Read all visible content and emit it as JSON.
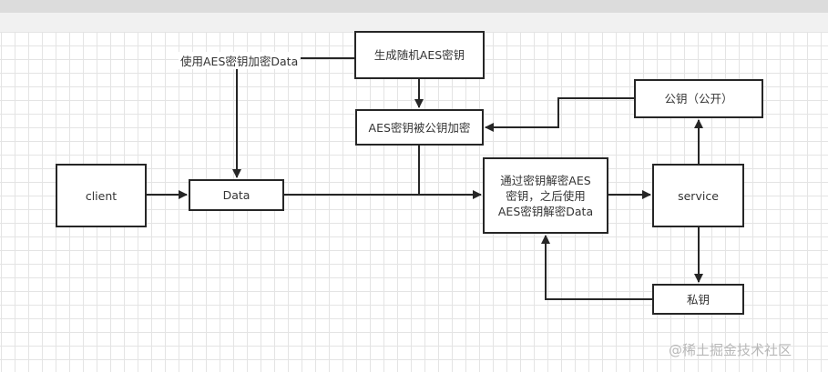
{
  "diagram": {
    "nodes": {
      "client": "client",
      "data": "Data",
      "generate_key": "生成随机AES密钥",
      "encrypt_key": "AES密钥被公钥加密",
      "decrypt": "通过密钥解密AES密钥，之后使用AES密钥解密Data",
      "service": "service",
      "public_key": "公钥（公开）",
      "private_key": "私钥"
    },
    "edge_labels": {
      "encrypt_data": "使用AES密钥加密Data"
    },
    "edges": [
      {
        "from": "client",
        "to": "data"
      },
      {
        "from": "generate_key",
        "to": "data",
        "label": "使用AES密钥加密Data"
      },
      {
        "from": "generate_key",
        "to": "encrypt_key"
      },
      {
        "from": "public_key",
        "to": "encrypt_key"
      },
      {
        "from": "encrypt_key",
        "to": "decrypt"
      },
      {
        "from": "data",
        "to": "decrypt"
      },
      {
        "from": "decrypt",
        "to": "service"
      },
      {
        "from": "service",
        "to": "public_key"
      },
      {
        "from": "service",
        "to": "private_key"
      },
      {
        "from": "private_key",
        "to": "decrypt"
      }
    ]
  },
  "watermark": "@稀土掘金技术社区"
}
